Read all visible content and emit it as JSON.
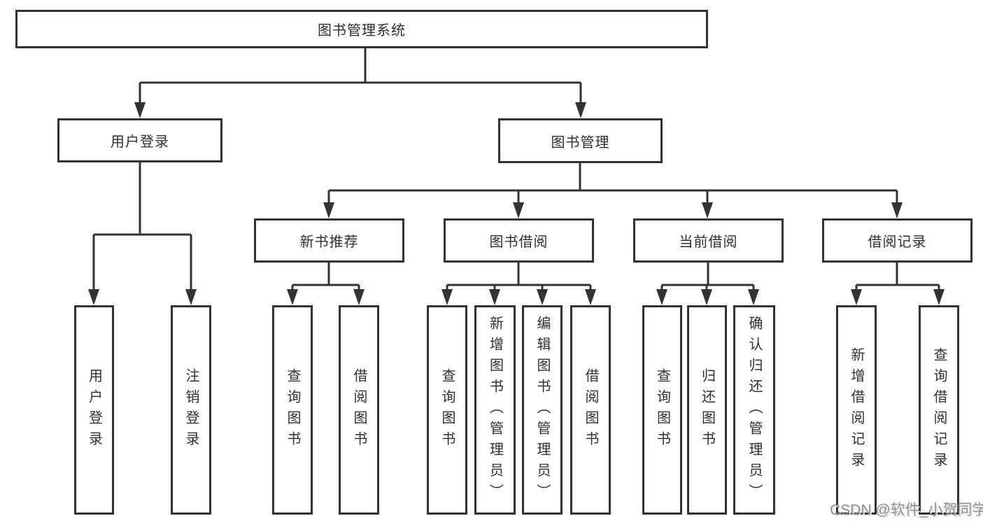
{
  "colors": {
    "line": "#333333",
    "text": "#2f2f2f",
    "node_background": "#ffffff",
    "background": "#ffffff",
    "watermark": "#8f8f8f"
  },
  "tree": {
    "label": "图书管理系统",
    "children": [
      {
        "label": "用户登录",
        "children": [
          {
            "label": "用户登录"
          },
          {
            "label": "注销登录"
          }
        ]
      },
      {
        "label": "图书管理",
        "children": [
          {
            "label": "新书推荐",
            "children": [
              {
                "label": "查询图书"
              },
              {
                "label": "借阅图书"
              }
            ]
          },
          {
            "label": "图书借阅",
            "children": [
              {
                "label": "查询图书"
              },
              {
                "label": "新增图书（管理员）"
              },
              {
                "label": "编辑图书（管理员）"
              },
              {
                "label": "借阅图书"
              }
            ]
          },
          {
            "label": "当前借阅",
            "children": [
              {
                "label": "查询图书"
              },
              {
                "label": "归还图书"
              },
              {
                "label": "确认归还（管理员）"
              }
            ]
          },
          {
            "label": "借阅记录",
            "children": [
              {
                "label": "新增借阅记录"
              },
              {
                "label": "查询借阅记录"
              }
            ]
          }
        ]
      }
    ]
  },
  "edges": [
    {
      "from": "图书管理系统",
      "to": "用户登录"
    },
    {
      "from": "图书管理系统",
      "to": "图书管理"
    },
    {
      "from": "用户登录",
      "to": "用户登录"
    },
    {
      "from": "用户登录",
      "to": "注销登录"
    },
    {
      "from": "图书管理",
      "to": "新书推荐"
    },
    {
      "from": "图书管理",
      "to": "图书借阅"
    },
    {
      "from": "图书管理",
      "to": "当前借阅"
    },
    {
      "from": "图书管理",
      "to": "借阅记录"
    },
    {
      "from": "新书推荐",
      "to": "查询图书"
    },
    {
      "from": "新书推荐",
      "to": "借阅图书"
    },
    {
      "from": "图书借阅",
      "to": "查询图书"
    },
    {
      "from": "图书借阅",
      "to": "新增图书（管理员）"
    },
    {
      "from": "图书借阅",
      "to": "编辑图书（管理员）"
    },
    {
      "from": "图书借阅",
      "to": "借阅图书"
    },
    {
      "from": "当前借阅",
      "to": "查询图书"
    },
    {
      "from": "当前借阅",
      "to": "归还图书"
    },
    {
      "from": "当前借阅",
      "to": "确认归还（管理员）"
    },
    {
      "from": "借阅记录",
      "to": "新增借阅记录"
    },
    {
      "from": "借阅记录",
      "to": "查询借阅记录"
    }
  ],
  "watermark": {
    "text": "CSDN @软件_小贺同学"
  }
}
